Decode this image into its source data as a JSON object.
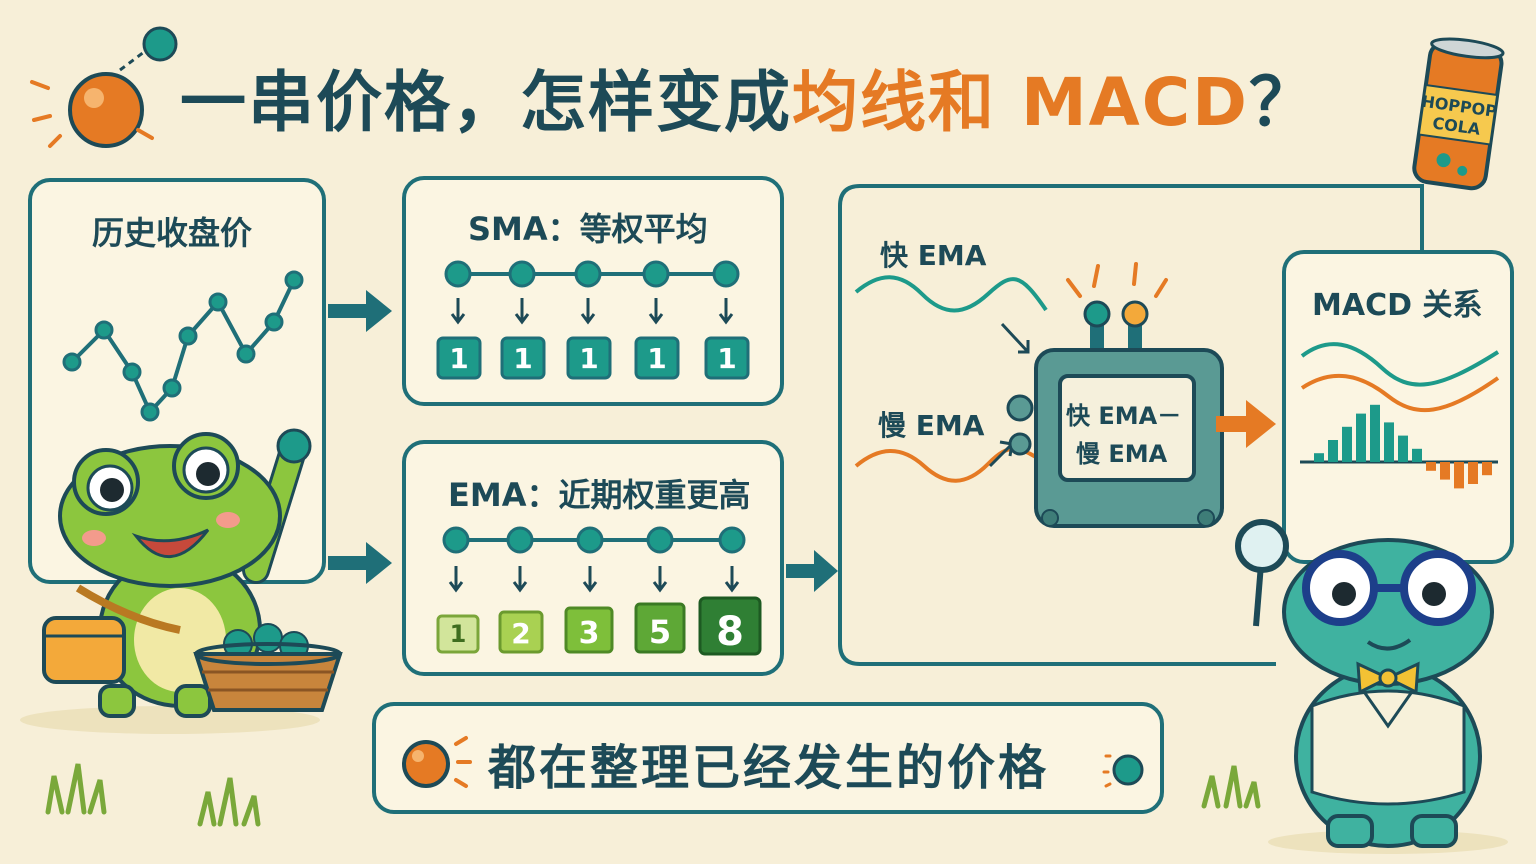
{
  "title": {
    "main": "一串价格，怎样变成",
    "accent": "均线和 MACD",
    "end": "？"
  },
  "can": {
    "line1": "HOPPOP",
    "line2": "COLA"
  },
  "panels": {
    "history": {
      "heading": "历史收盘价"
    },
    "sma": {
      "heading": "SMA：等权平均",
      "weights": [
        "1",
        "1",
        "1",
        "1",
        "1"
      ]
    },
    "ema": {
      "heading": "EMA：近期权重更高",
      "weights": [
        "1",
        "2",
        "3",
        "5",
        "8"
      ]
    },
    "machine": {
      "fast_label": "快 EMA",
      "slow_label": "慢 EMA",
      "screen_line1": "快 EMA－",
      "screen_line2": "慢 EMA"
    },
    "macd": {
      "heading": "MACD 关系",
      "histogram": [
        2,
        5,
        8,
        11,
        13,
        9,
        6,
        3,
        -2,
        -4,
        -6,
        -5,
        -3
      ]
    }
  },
  "footer": {
    "text": "都在整理已经发生的价格"
  },
  "colors": {
    "teal_dark": "#1f6f78",
    "teal": "#1d9a8a",
    "orange": "#e57a24",
    "green_light": "#8cc63e",
    "background": "#f7efd8"
  }
}
